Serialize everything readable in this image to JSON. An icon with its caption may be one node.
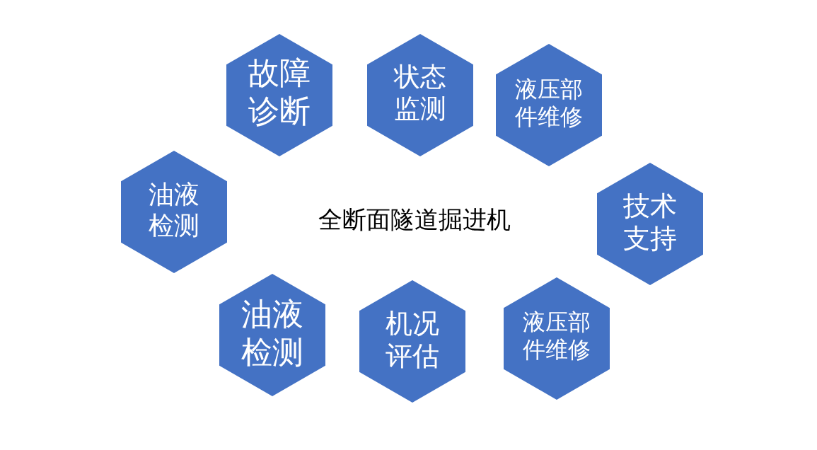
{
  "diagram": {
    "nodes": [
      {
        "text": [
          "故障诊断"
        ]
      },
      {
        "text": [
          "状态监测"
        ]
      },
      {
        "text": [
          "液压部件维修"
        ]
      },
      {
        "text": [
          "油液检测"
        ]
      },
      {
        "text": [
          "技术支持"
        ]
      },
      {
        "text": [
          "油液检测"
        ]
      },
      {
        "text": [
          "机况评估"
        ]
      },
      {
        "text": [
          "液压部件维修"
        ]
      }
    ],
    "labels": [
      "全断面隧道掘进机"
    ]
  }
}
